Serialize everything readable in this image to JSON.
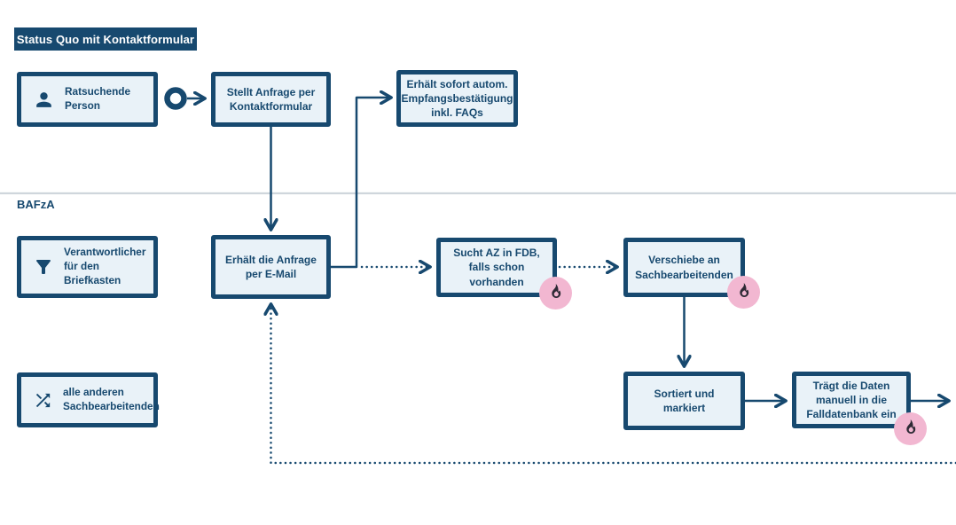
{
  "title": "Status Quo mit Kontaktformular",
  "lane_label": "BAFzA",
  "colors": {
    "primary": "#17496F",
    "node_fill": "#E9F2F8",
    "pain_badge_bg": "#F2B7D1",
    "pain_badge_glyph": "#2E2A35",
    "lane_divider": "#CFD6DC",
    "title_text": "#FFFFFF"
  },
  "icons": {
    "start_event": "bpmn-start-circle",
    "person": "person-icon",
    "filter": "filter-icon",
    "shuffle": "shuffle-icon",
    "flame": "flame-icon"
  },
  "nodes": {
    "ratsuchende_person": {
      "label": "Ratsuchende Person",
      "icon": "person-icon"
    },
    "stellt_anfrage": {
      "label": "Stellt Anfrage per Kontaktformular"
    },
    "empfangsbestaetigung": {
      "label": "Erhält sofort autom. Empfangsbestätigung inkl. FAQs"
    },
    "verantwortlicher_briefkasten": {
      "label": "Verantwortlicher für den Briefkasten",
      "icon": "filter-icon"
    },
    "erhaelt_anfrage_email": {
      "label": "Erhält die Anfrage per E-Mail"
    },
    "sucht_az_fdb": {
      "label": "Sucht AZ in FDB, falls schon vorhanden",
      "pain_point": true
    },
    "verschiebe_sachbearbeitende": {
      "label": "Verschiebe an Sachbearbeitenden",
      "pain_point": true
    },
    "alle_anderen_sachbearbeitenden": {
      "label": "alle anderen Sachbearbeitenden",
      "icon": "shuffle-icon"
    },
    "sortiert_und_markiert": {
      "label": "Sortiert und markiert"
    },
    "traegt_daten_falldatenbank": {
      "label": "Trägt die Daten manuell in die Falldatenbank ein",
      "pain_point": true
    }
  }
}
